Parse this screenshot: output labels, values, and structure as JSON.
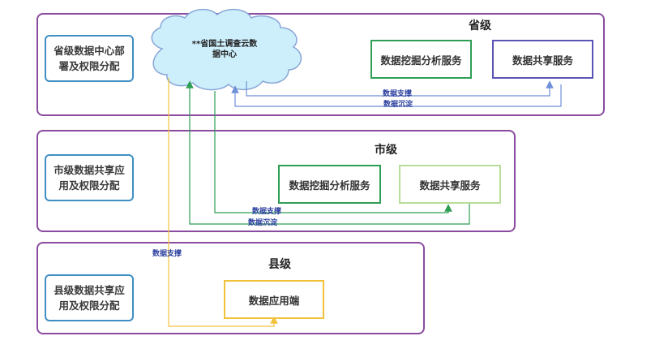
{
  "province": {
    "title": "省级",
    "left_box": "省级数据中心部署及权限分配",
    "cloud": "**省国土调查云数据中心",
    "mining_service": "数据挖掘分析服务",
    "sharing_service": "数据共享服务",
    "label_support": "数据支撑",
    "label_sink": "数据沉淀"
  },
  "city": {
    "title": "市级",
    "left_box": "市级数据共享应用及权限分配",
    "mining_service": "数据挖掘分析服务",
    "sharing_service": "数据共享服务",
    "label_support": "数据支撑",
    "label_sink": "数据沉淀"
  },
  "county": {
    "title": "县级",
    "left_box": "县级数据共享应用及权限分配",
    "app_client": "数据应用端",
    "label_support": "数据支撑"
  },
  "colors": {
    "frame": "#8a4ca0",
    "left_box_border": "#3f8fc4",
    "province_line": "#6f8fd8",
    "city_line": "#2f9e55",
    "county_line": "#f2c13a",
    "label_text": "#2b3f9e",
    "cloud_fill": "#cdeffc"
  }
}
